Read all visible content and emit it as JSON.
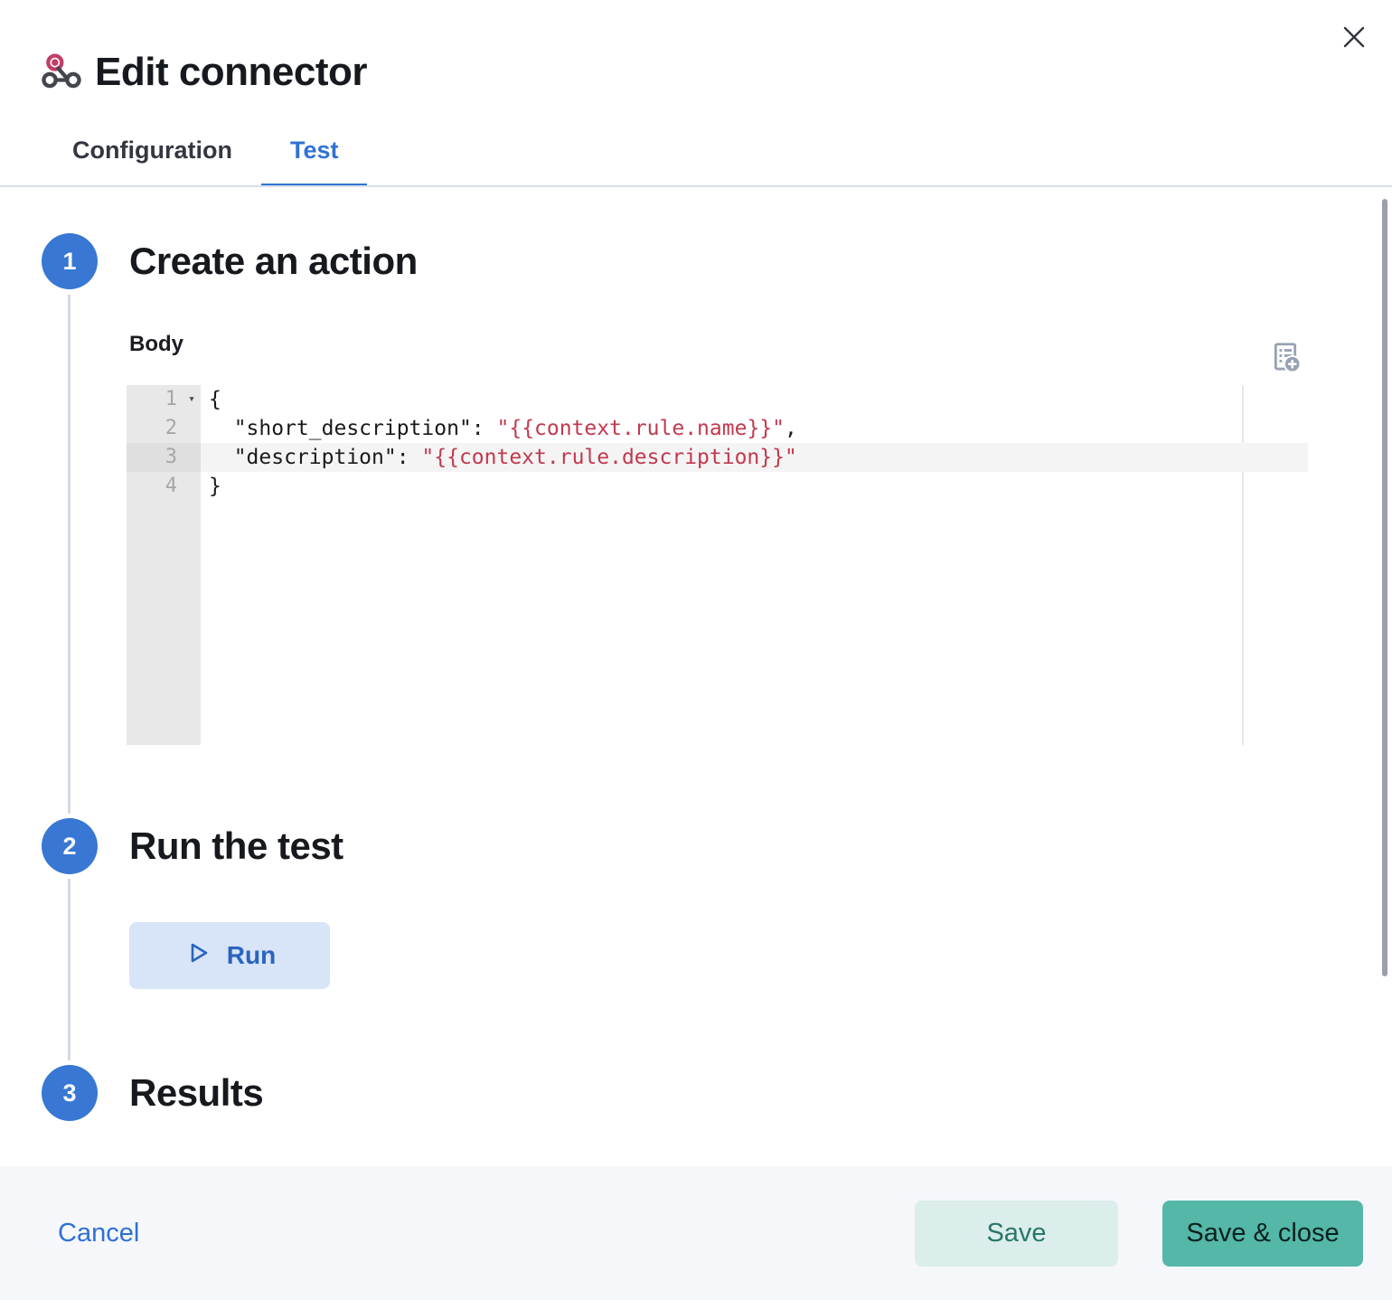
{
  "dialog": {
    "title": "Edit connector",
    "connector_type": "webhook"
  },
  "tabs": [
    {
      "label": "Configuration",
      "active": false
    },
    {
      "label": "Test",
      "active": true
    }
  ],
  "steps": [
    {
      "number": "1",
      "title": "Create an action"
    },
    {
      "number": "2",
      "title": "Run the test"
    },
    {
      "number": "3",
      "title": "Results"
    }
  ],
  "editor": {
    "label": "Body",
    "add_variable_icon": "add-variable-icon",
    "lines": [
      {
        "number": "1",
        "fold": true,
        "active": false,
        "segments": [
          {
            "type": "plain",
            "text": "{"
          }
        ]
      },
      {
        "number": "2",
        "fold": false,
        "active": false,
        "segments": [
          {
            "type": "plain",
            "text": "  \"short_description\": "
          },
          {
            "type": "variable",
            "text": "\"{{context.rule.name}}\""
          },
          {
            "type": "plain",
            "text": ","
          }
        ]
      },
      {
        "number": "3",
        "fold": false,
        "active": true,
        "segments": [
          {
            "type": "plain",
            "text": "  \"description\": "
          },
          {
            "type": "variable",
            "text": "\"{{context.rule.description}}\""
          }
        ]
      },
      {
        "number": "4",
        "fold": false,
        "active": false,
        "segments": [
          {
            "type": "plain",
            "text": "}"
          }
        ]
      }
    ]
  },
  "run_button": {
    "label": "Run",
    "icon": "play-icon"
  },
  "footer": {
    "cancel_label": "Cancel",
    "save_label": "Save",
    "save_close_label": "Save & close"
  },
  "colors": {
    "primary_blue": "#3072d4",
    "step_badge_blue": "#3877d3",
    "run_button_bg": "#d8e4f8",
    "save_bg": "#dceeeb",
    "save_text": "#27776b",
    "save_close_bg": "#54b7a7",
    "code_variable_red": "#c2394e",
    "footer_bg": "#f5f7fb",
    "divider": "#d9dfea"
  }
}
